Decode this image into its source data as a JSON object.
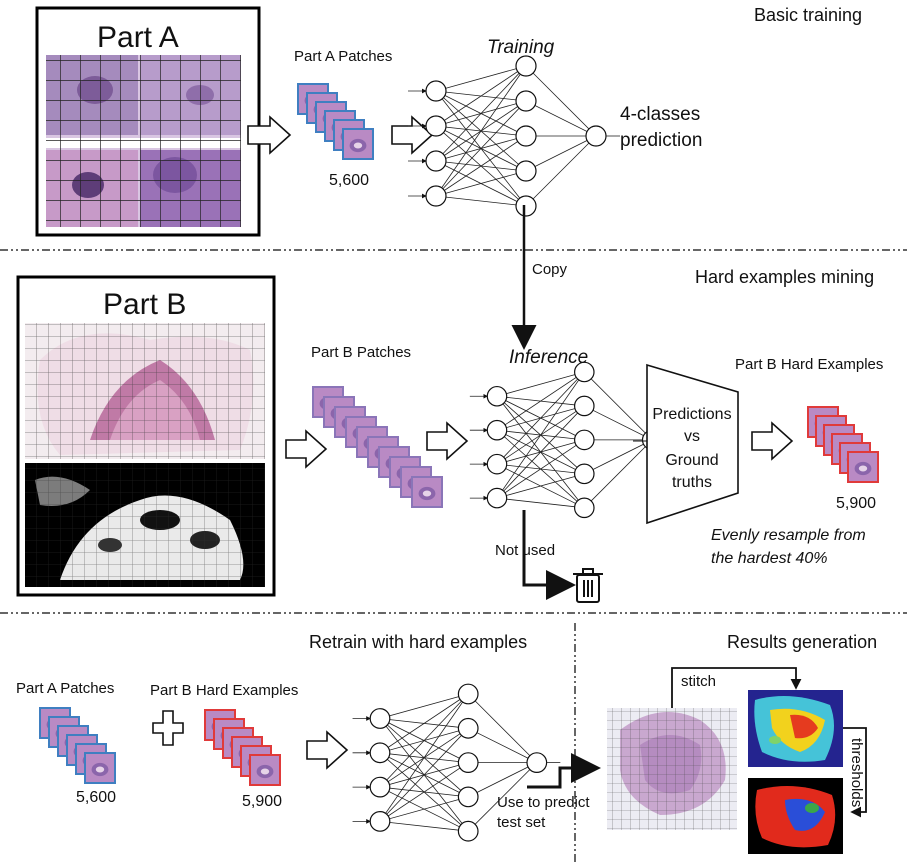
{
  "sections": {
    "basic": {
      "title": "Basic training"
    },
    "mining": {
      "title": "Hard examples mining"
    },
    "retrain": {
      "title": "Retrain with hard examples"
    },
    "results": {
      "title": "Results generation"
    }
  },
  "part_a": {
    "title": "Part A",
    "patches_label": "Part A Patches",
    "patches_count": "5,600",
    "network_label": "Training",
    "output_label_1": "4-classes",
    "output_label_2": "prediction"
  },
  "copy_label": "Copy",
  "part_b": {
    "title": "Part B",
    "patches_label": "Part B Patches",
    "network_label": "Inference",
    "compare_1": "Predictions",
    "compare_2": "vs",
    "compare_3": "Ground",
    "compare_4": "truths",
    "hard_label": "Part B Hard Examples",
    "hard_count": "5,900",
    "resample_1": "Evenly resample from",
    "resample_2": "the hardest 40%",
    "not_used": "Not used"
  },
  "retrain": {
    "a_label": "Part A Patches",
    "a_count": "5,600",
    "b_label": "Part B Hard Examples",
    "b_count": "5,900",
    "predict_1": "Use to predict",
    "predict_2": "test set"
  },
  "results": {
    "stitch": "stitch",
    "thresholds": "thresholds"
  },
  "colors": {
    "tissue": "#b98ac4",
    "tissue_light": "#e6d3e8",
    "patch_blue_border": "#3f7fc1",
    "patch_red_border": "#e03a3a",
    "heat_bg": "#24248f",
    "binary_bg": "#000000"
  }
}
